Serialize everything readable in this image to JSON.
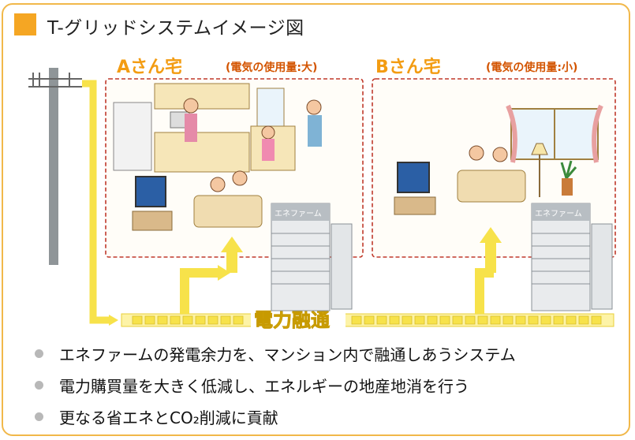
{
  "title": "T-グリッドシステムイメージ図",
  "house_a": {
    "name": "Aさん宅",
    "usage": "(電気の使用量:大)"
  },
  "house_b": {
    "name": "Bさん宅",
    "usage": "(電気の使用量:小)"
  },
  "enefarm_label": "エネファーム",
  "flow_label": "電力融通",
  "bullets": [
    "エネファームの発電余力を、マンション内で融通しあうシステム",
    "電力購買量を大きく低減し、エネルギーの地産地消を行う",
    "更なる省エネとCO₂削減に貢献"
  ],
  "colors": {
    "accent": "#f5a623",
    "flow": "#f7e24a",
    "border": "#f1b84a",
    "house_border": "#c0392b"
  }
}
